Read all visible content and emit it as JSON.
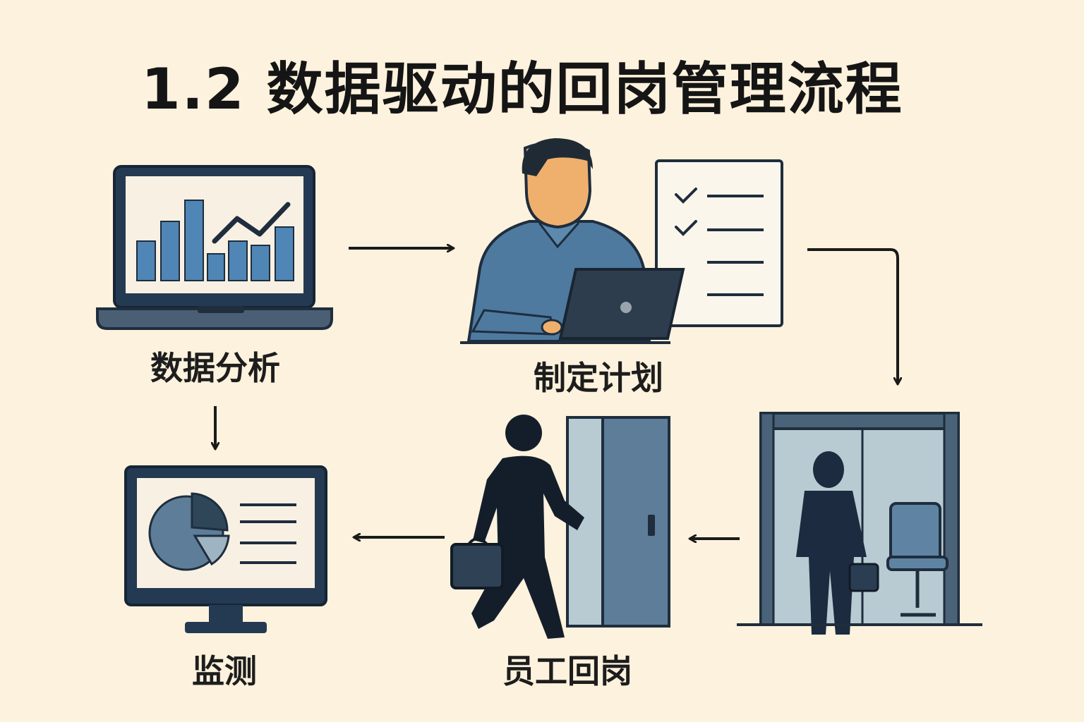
{
  "title": "1.2 数据驱动的回岗管理流程",
  "steps": [
    {
      "label": "数据分析",
      "icon": "laptop-chart-icon"
    },
    {
      "label": "制定计划",
      "icon": "person-laptop-checklist-icon"
    },
    {
      "label": "员工回岗",
      "icon": "person-walking-door-icon"
    },
    {
      "label": "监测",
      "icon": "monitor-pie-chart-icon"
    }
  ],
  "colors": {
    "background": "#fdf2dd",
    "dark": "#1f2d3d",
    "navy": "#243a52",
    "blue": "#4e7fa8",
    "steel": "#5e7d99",
    "light": "#b8cbd2",
    "skin": "#efb06e"
  }
}
